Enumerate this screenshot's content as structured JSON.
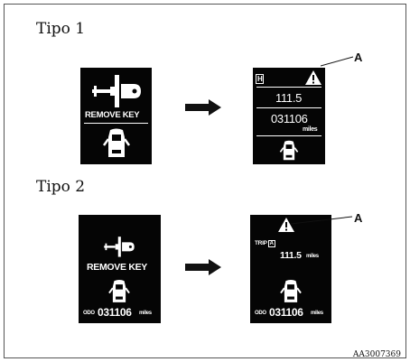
{
  "headings": {
    "tipo1": "Tipo 1",
    "tipo2": "Tipo 2"
  },
  "tipo1": {
    "before": {
      "message": "REMOVE KEY",
      "icons": [
        "key-in-ignition-icon",
        "car-door-open-icon"
      ]
    },
    "after": {
      "indicator": "H",
      "trip_value": "111.5",
      "odometer": "031106",
      "unit": "miles",
      "icons": [
        "warning-triangle-icon",
        "car-door-open-icon"
      ]
    }
  },
  "tipo2": {
    "before": {
      "message": "REMOVE KEY",
      "odo_label": "ODO",
      "odometer": "031106",
      "unit": "miles",
      "icons": [
        "key-in-ignition-icon",
        "car-door-open-icon"
      ]
    },
    "after": {
      "trip_label": "TRIP",
      "trip_letter": "A",
      "trip_value": "111.5",
      "trip_unit": "miles",
      "odo_label": "ODO",
      "odometer": "031106",
      "unit": "miles",
      "icons": [
        "warning-triangle-icon",
        "car-door-open-icon"
      ]
    }
  },
  "callouts": {
    "a_top": "A",
    "a_bottom": "A"
  },
  "figure_code": "AA3007369"
}
